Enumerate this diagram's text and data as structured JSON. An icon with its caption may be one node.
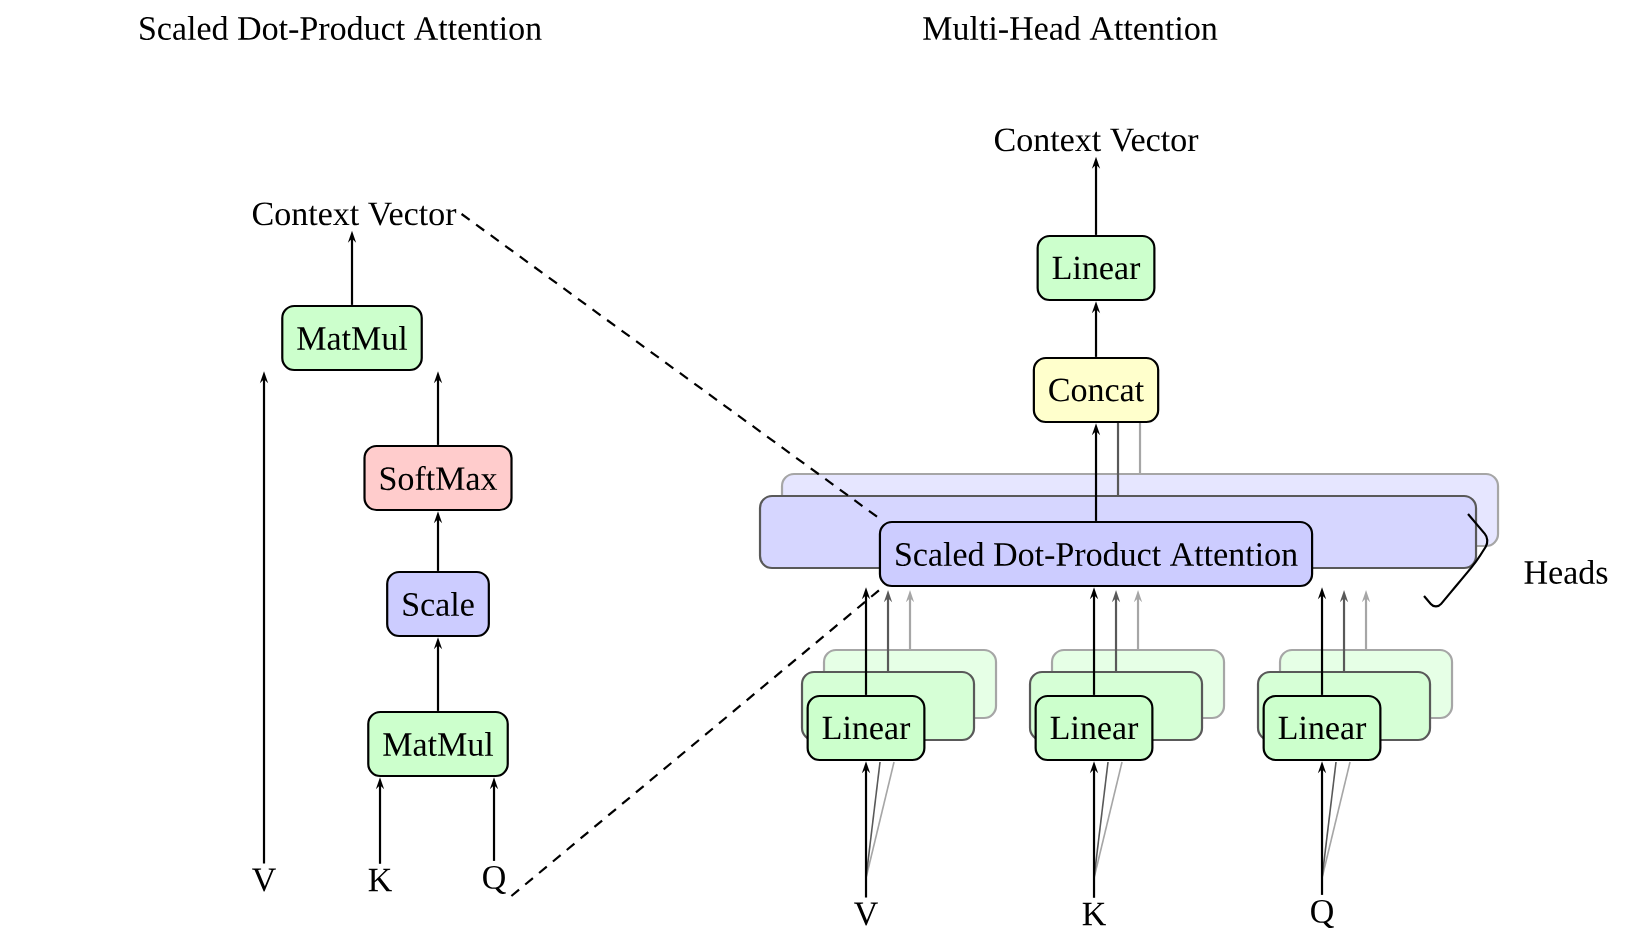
{
  "diagram": {
    "nodes": [
      {
        "text": [
          "Context Vector"
        ]
      },
      {
        "text": [
          "MatMul"
        ]
      },
      {
        "text": [
          "SoftMax"
        ]
      },
      {
        "text": [
          "Scale"
        ]
      },
      {
        "text": [
          "MatMul"
        ]
      },
      {
        "text": [
          "V"
        ]
      },
      {
        "text": [
          "K"
        ]
      },
      {
        "text": [
          "Q"
        ]
      },
      {
        "text": [
          "Context Vector"
        ]
      },
      {
        "text": [
          "Linear"
        ]
      },
      {
        "text": [
          "Concat"
        ]
      },
      {
        "text": [
          "Scaled Dot-Product Attention"
        ]
      },
      {
        "text": [
          "Linear"
        ]
      },
      {
        "text": [
          "Linear"
        ]
      },
      {
        "text": [
          "Linear"
        ]
      },
      {
        "text": [
          "V"
        ]
      },
      {
        "text": [
          "K"
        ]
      },
      {
        "text": [
          "Q"
        ]
      }
    ],
    "edges": [
      {
        "from": 1,
        "to": 0,
        "arrow": "to"
      },
      {
        "from": 2,
        "to": 1,
        "arrow": "to"
      },
      {
        "from": 3,
        "to": 2,
        "arrow": "to"
      },
      {
        "from": 4,
        "to": 3,
        "arrow": "to"
      },
      {
        "from": 5,
        "to": 1,
        "arrow": "to"
      },
      {
        "from": 6,
        "to": 4,
        "arrow": "to"
      },
      {
        "from": 7,
        "to": 4,
        "arrow": "to"
      },
      {
        "from": 9,
        "to": 8,
        "arrow": "to"
      },
      {
        "from": 10,
        "to": 9,
        "arrow": "to"
      },
      {
        "from": 11,
        "to": 10,
        "arrow": "to"
      },
      {
        "from": 12,
        "to": 11,
        "arrow": "to"
      },
      {
        "from": 13,
        "to": 11,
        "arrow": "to"
      },
      {
        "from": 14,
        "to": 11,
        "arrow": "to"
      },
      {
        "from": 15,
        "to": 12,
        "arrow": "to"
      },
      {
        "from": 16,
        "to": 13,
        "arrow": "to"
      },
      {
        "from": 17,
        "to": 14,
        "arrow": "to"
      },
      {
        "from": 0,
        "to": 11,
        "arrow": "none",
        "style": "dashed"
      },
      {
        "from": 7,
        "to": 11,
        "arrow": "none",
        "style": "dashed"
      }
    ],
    "labels": [
      "Scaled Dot-Product Attention",
      "Multi-Head Attention",
      "Heads"
    ]
  }
}
